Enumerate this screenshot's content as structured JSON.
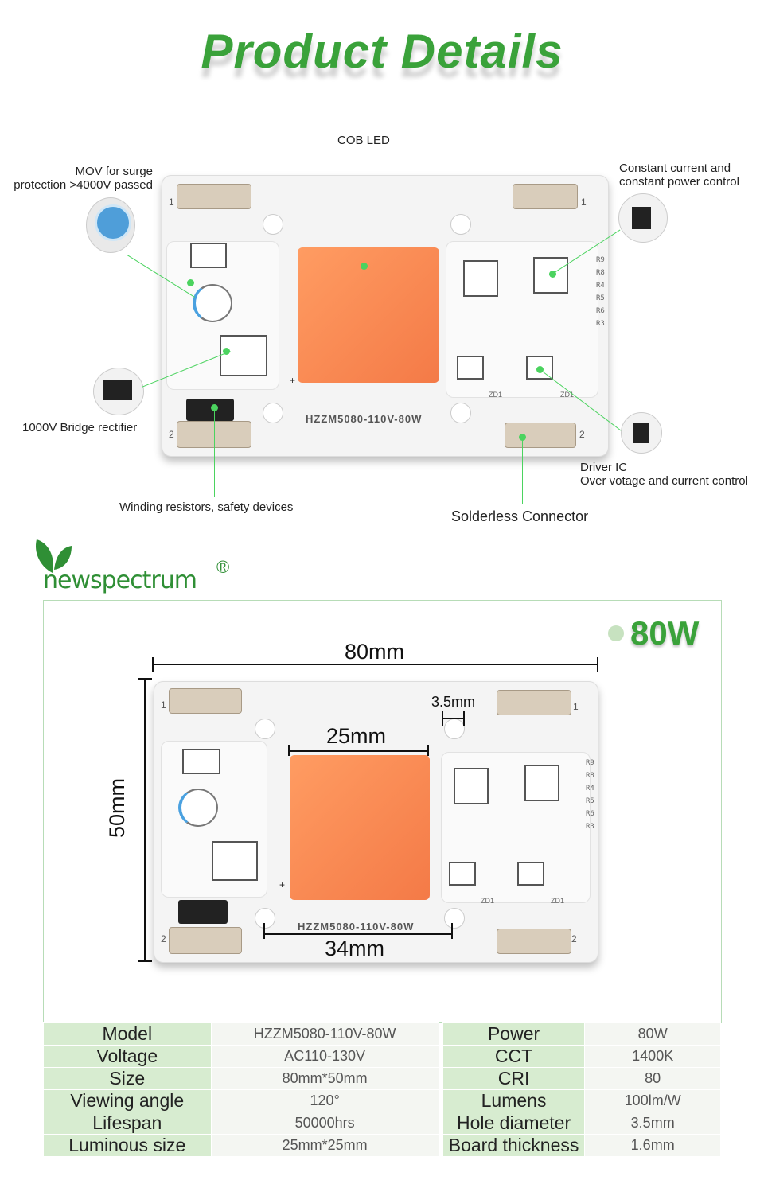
{
  "header": {
    "title": "Product Details"
  },
  "callouts": {
    "cob_led": "COB LED",
    "mov_line1": "MOV for surge",
    "mov_line2": "protection >4000V passed",
    "constant_line1": "Constant current and",
    "constant_line2": "constant power control",
    "bridge": "1000V Bridge rectifier",
    "winding": "Winding resistors, safety devices",
    "driver_line1": "Driver IC",
    "driver_line2": "Over votage and current control",
    "solderless": "Solderless Connector"
  },
  "board": {
    "model_print": "HZZM5080-110V-80W",
    "silk_labels": [
      "R9",
      "R8",
      "R4",
      "R5",
      "R6",
      "R3"
    ],
    "zd1": "ZD1",
    "pin1": "1",
    "pin2": "2",
    "plus": "+"
  },
  "brand": {
    "name": "newspectrum",
    "reg": "®"
  },
  "dimensions": {
    "power_badge": "80W",
    "width": "80mm",
    "height": "50mm",
    "chip": "25mm",
    "hole": "3.5mm",
    "hole_spacing": "34mm"
  },
  "specs": [
    {
      "k1": "Model",
      "v1": "HZZM5080-110V-80W",
      "k2": "Power",
      "v2": "80W"
    },
    {
      "k1": "Voltage",
      "v1": "AC110-130V",
      "k2": "CCT",
      "v2": "1400K"
    },
    {
      "k1": "Size",
      "v1": "80mm*50mm",
      "k2": "CRI",
      "v2": "80"
    },
    {
      "k1": "Viewing angle",
      "v1": "120°",
      "k2": "Lumens",
      "v2": "100lm/W"
    },
    {
      "k1": "Lifespan",
      "v1": "50000hrs",
      "k2": "Hole diameter",
      "v2": "3.5mm"
    },
    {
      "k1": "Luminous size",
      "v1": "25mm*25mm",
      "k2": "Board thickness",
      "v2": "1.6mm"
    }
  ],
  "colors": {
    "accent": "#3aa23a",
    "chip": "#f58b52",
    "dot": "#4bd35f",
    "spec_key_bg": "#d7ecd0"
  }
}
